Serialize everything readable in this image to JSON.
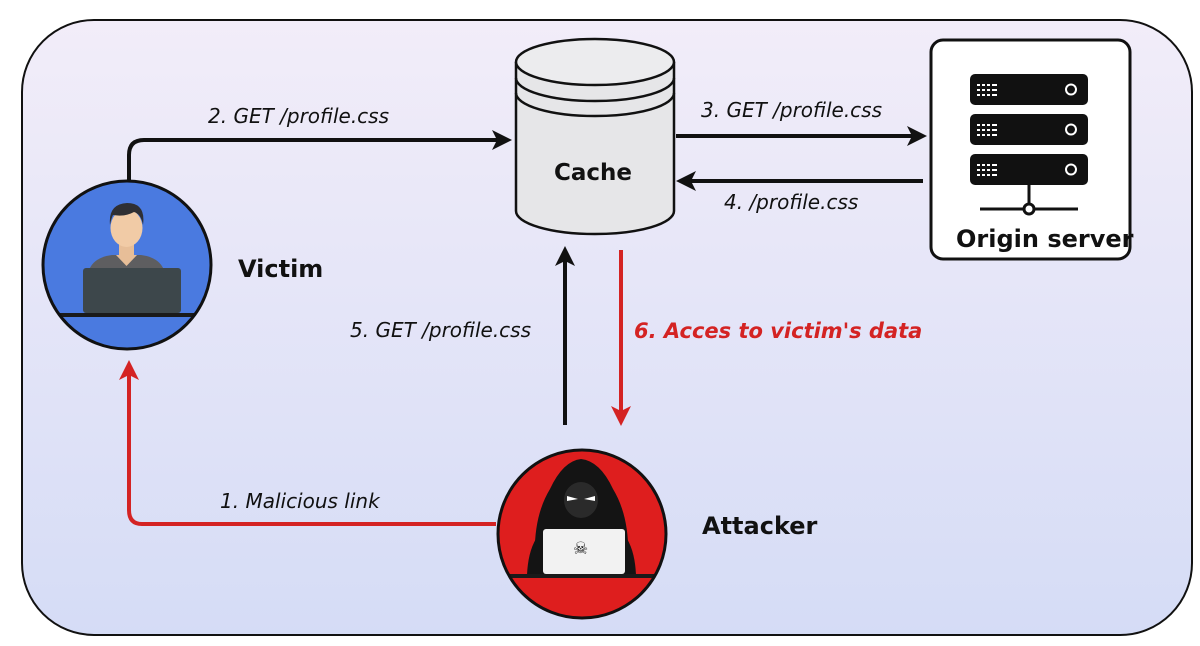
{
  "colors": {
    "panel_top": "#F2EDF9",
    "panel_bottom": "#D5DCF6",
    "victim_blue": "#4A7AE0",
    "attacker_red": "#DE1E1E",
    "arrow_black": "#111111",
    "arrow_red": "#D42323",
    "cylinder_fill": "#E6E6E8"
  },
  "nodes": {
    "cache": {
      "label": "Cache",
      "icon": "database-cylinder-icon"
    },
    "origin": {
      "label": "Origin server",
      "icon": "server-rack-icon"
    },
    "victim": {
      "label": "Victim",
      "icon": "user-at-laptop-icon"
    },
    "attacker": {
      "label": "Attacker",
      "icon": "hooded-hacker-icon",
      "laptop_glyph": "☠"
    }
  },
  "edges": {
    "step1": "1. Malicious link",
    "step2": "2. GET /profile.css",
    "step3": "3. GET /profile.css",
    "step4": "4. /profile.css",
    "step5": "5. GET /profile.css",
    "step6": "6. Acces to victim's data"
  }
}
